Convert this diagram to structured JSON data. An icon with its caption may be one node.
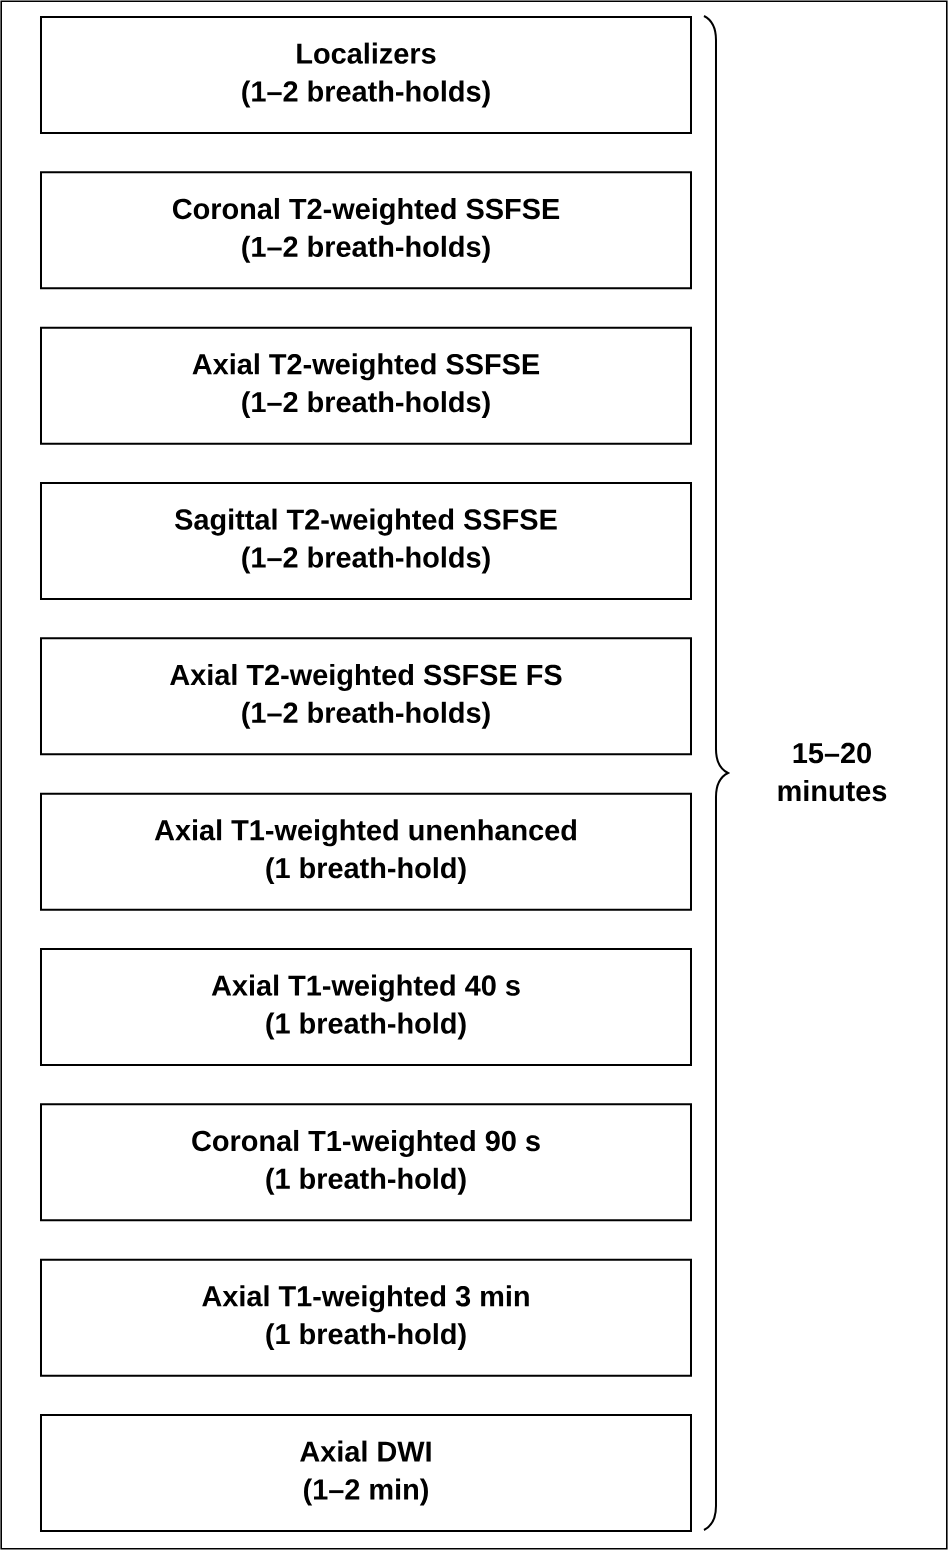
{
  "diagram": {
    "nodes": [
      {
        "text": [
          "Localizers",
          "(1–2 breath-holds)"
        ]
      },
      {
        "text": [
          "Coronal T2-weighted SSFSE",
          "(1–2 breath-holds)"
        ]
      },
      {
        "text": [
          "Axial T2-weighted SSFSE",
          "(1–2 breath-holds)"
        ]
      },
      {
        "text": [
          "Sagittal T2-weighted SSFSE",
          "(1–2 breath-holds)"
        ]
      },
      {
        "text": [
          "Axial T2-weighted SSFSE FS",
          "(1–2 breath-holds)"
        ]
      },
      {
        "text": [
          "Axial T1-weighted unenhanced",
          "(1 breath-hold)"
        ]
      },
      {
        "text": [
          "Axial T1-weighted 40 s",
          "(1 breath-hold)"
        ]
      },
      {
        "text": [
          "Coronal T1-weighted 90 s",
          "(1 breath-hold)"
        ]
      },
      {
        "text": [
          "Axial T1-weighted 3 min",
          "(1 breath-hold)"
        ]
      },
      {
        "text": [
          "Axial DWI",
          "(1–2 min)"
        ]
      }
    ],
    "labels": [
      "15–20 minutes"
    ]
  }
}
